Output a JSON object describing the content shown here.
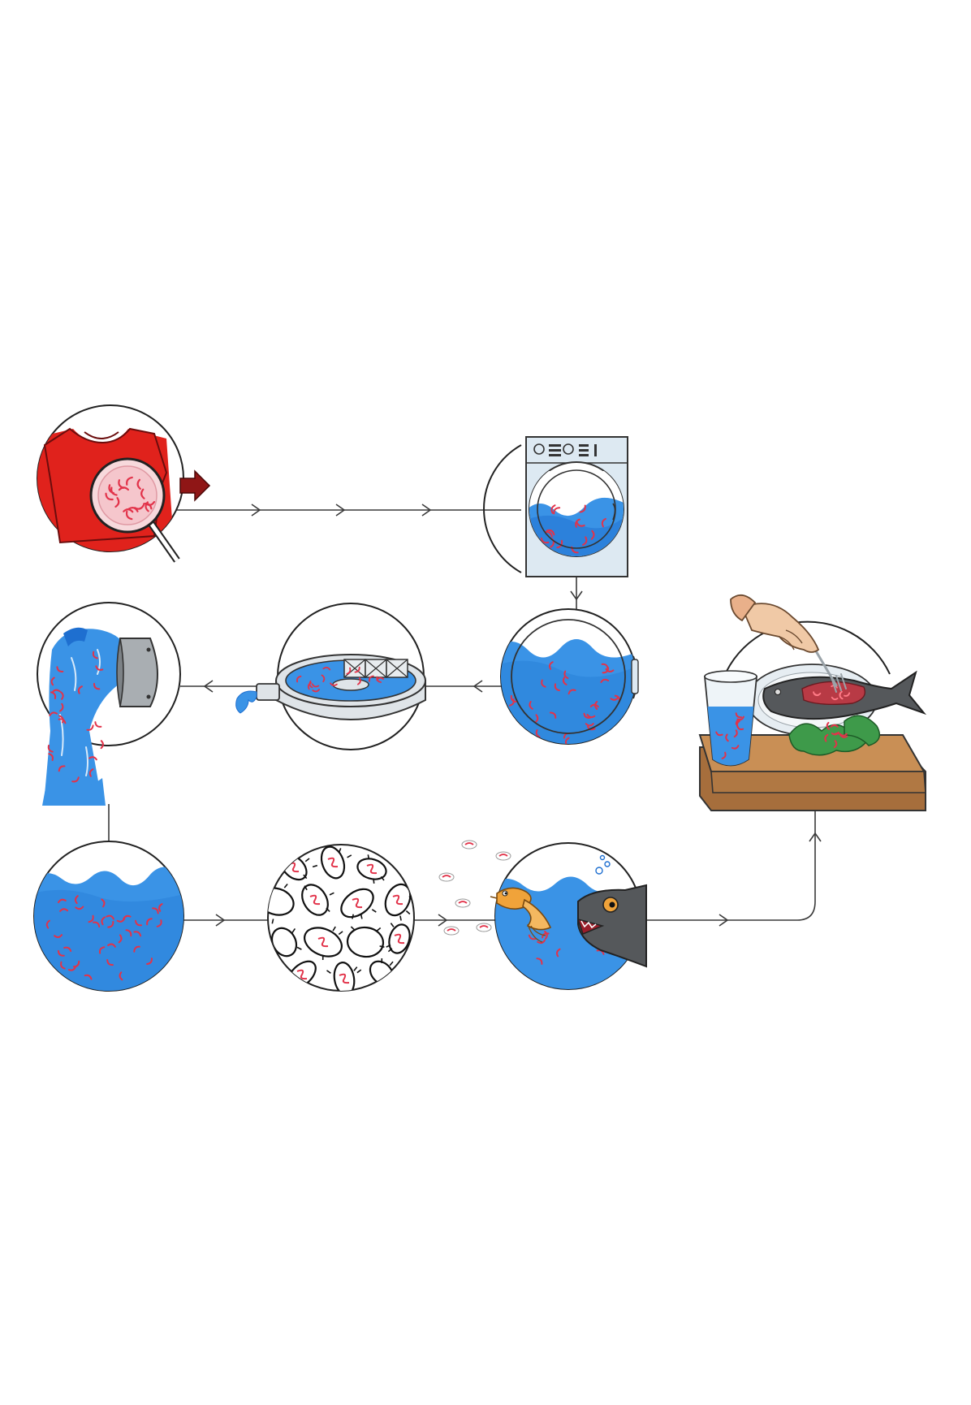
{
  "diagram": {
    "kind": "microfiber-pollution-cycle",
    "labels": [],
    "colors": {
      "shirt": "#e0221c",
      "fiber": "#e2334a",
      "water": "#3a93e6",
      "water_dark": "#1e6fd0",
      "machine": "#dde9f2",
      "line": "#3a3a3a",
      "board": "#c98f55",
      "fish_dark": "#55585b",
      "fish_orange": "#f0a33a",
      "greens": "#3e9a4a",
      "skin": "#f0c9a6",
      "arrow_block": "#8f1616"
    },
    "stages": [
      {
        "id": "shirt",
        "icon": "tshirt-magnifier-icon"
      },
      {
        "id": "washing-machine",
        "icon": "washing-machine-icon"
      },
      {
        "id": "drum-water",
        "icon": "drum-water-icon"
      },
      {
        "id": "treatment-plant",
        "icon": "treatment-plant-icon"
      },
      {
        "id": "outflow-pipe",
        "icon": "outflow-pipe-icon"
      },
      {
        "id": "sea-water",
        "icon": "sea-water-icon"
      },
      {
        "id": "plankton",
        "icon": "plankton-icon"
      },
      {
        "id": "fish-chain",
        "icon": "fish-eating-icon"
      },
      {
        "id": "dinner-plate",
        "icon": "fish-dinner-icon"
      }
    ]
  }
}
